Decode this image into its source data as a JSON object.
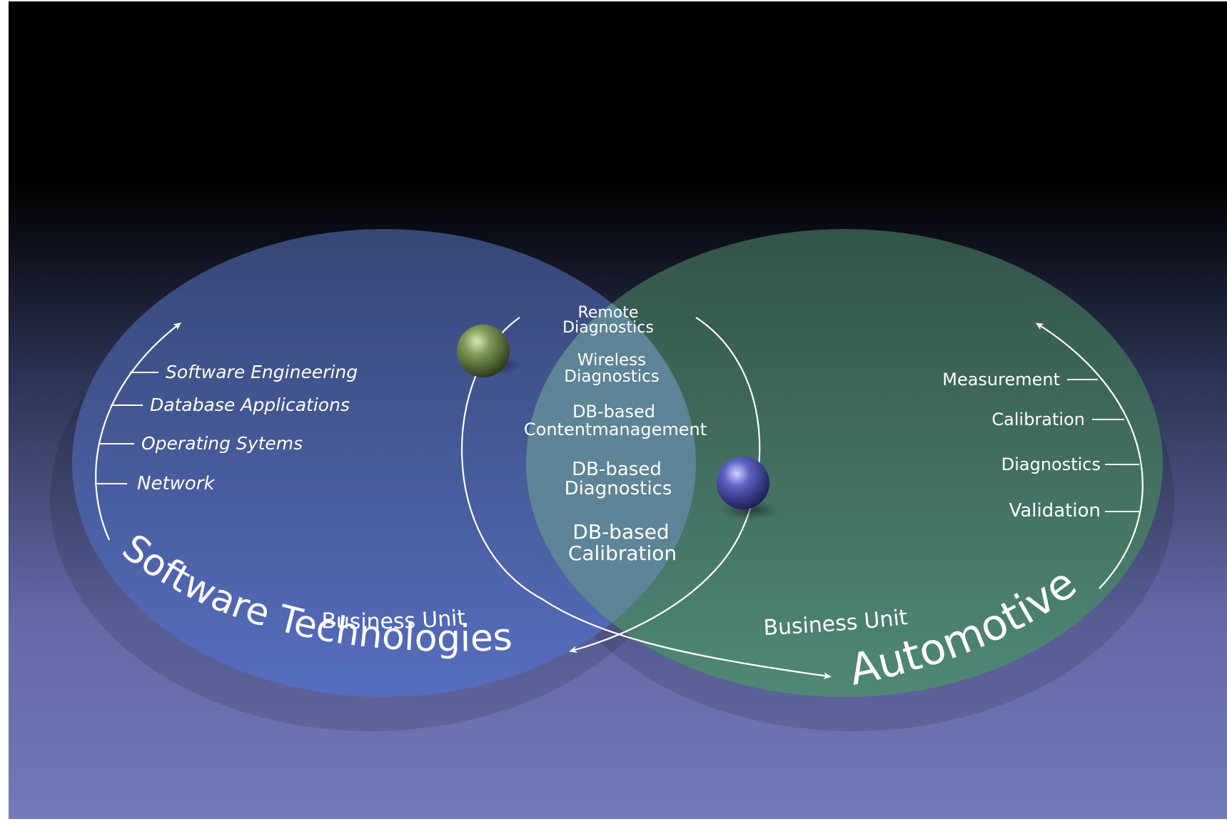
{
  "colors": {
    "background_top": "#000000",
    "background_bottom": "#7279b8",
    "left_circle": "#4f67ae",
    "right_circle": "#3f7d67",
    "overlap": "#5d8497",
    "text": "#ffffff",
    "green_sphere": "#6f8f4c",
    "blue_sphere": "#5559b8"
  },
  "left_unit": {
    "prefix": "Business Unit",
    "name": "Software Technologies",
    "items": [
      "Software Engineering",
      "Database Applications",
      "Operating Sytems",
      "Network"
    ]
  },
  "right_unit": {
    "prefix": "Business Unit",
    "name": "Automotive",
    "items": [
      "Measurement",
      "Calibration",
      "Diagnostics",
      "Validation"
    ]
  },
  "overlap_items": [
    {
      "line1": "Remote",
      "line2": "Diagnostics"
    },
    {
      "line1": "Wireless",
      "line2": "Diagnostics"
    },
    {
      "line1": "DB-based",
      "line2": "Contentmanagement"
    },
    {
      "line1": "DB-based",
      "line2": "Diagnostics"
    },
    {
      "line1": "DB-based",
      "line2": "Calibration"
    }
  ],
  "icons": [
    "green-sphere-icon",
    "blue-sphere-icon",
    "arrow-icon"
  ]
}
